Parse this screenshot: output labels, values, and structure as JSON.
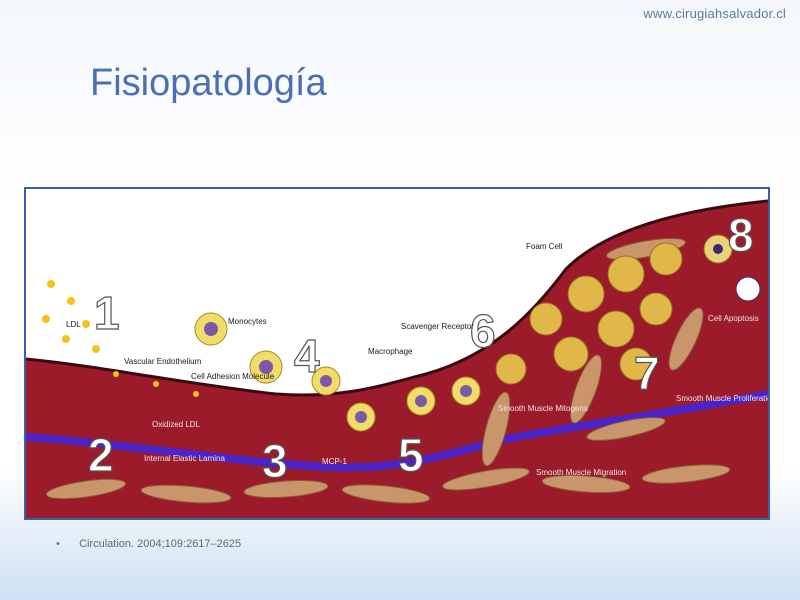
{
  "header": {
    "site_url": "www.cirugiahsalvador.cl",
    "title": "Fisiopatología"
  },
  "figure": {
    "step_numbers": [
      "1",
      "2",
      "3",
      "4",
      "5",
      "6",
      "7",
      "8"
    ],
    "labels": {
      "ldl": "LDL",
      "vascular_endothelium": "Vascular Endothelium",
      "monocytes": "Monocytes",
      "cell_adhesion_molecule": "Cell Adhesion Molecule",
      "oxidized_ldl": "Oxidized LDL",
      "internal_elastic_lamina": "Internal Elastic Lamina",
      "mcp1": "MCP-1",
      "macrophage": "Macrophage",
      "scavenger_receptor": "Scavenger Receptor",
      "foam_cell": "Foam Cell",
      "smooth_muscle_mitogens": "Smooth Muscle Mitogens",
      "smooth_muscle_migration": "Smooth Muscle Migration",
      "smooth_muscle_proliferation": "Smooth Muscle Proliferation",
      "cell_apoptosis": "Cell Apoptosis"
    }
  },
  "footer": {
    "citation": "Circulation. 2004;109:2617–2625"
  }
}
